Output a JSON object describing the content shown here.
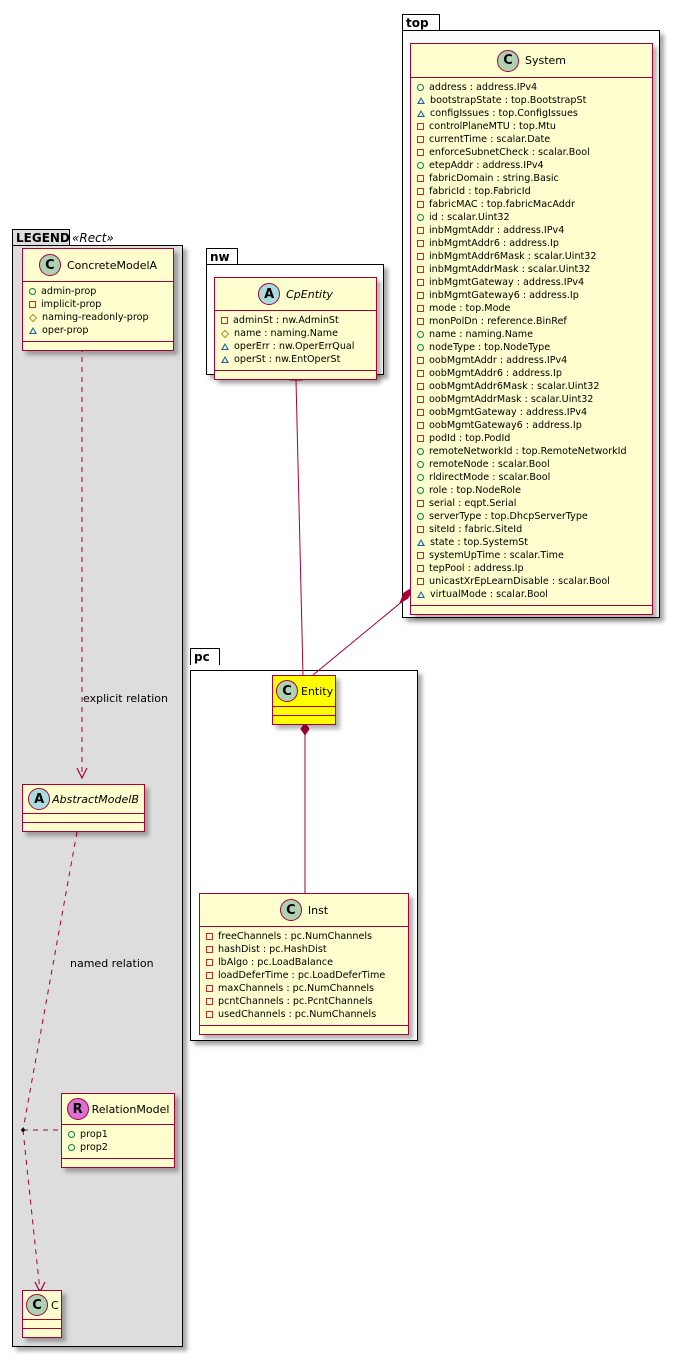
{
  "packages": {
    "legend": {
      "name": "LEGEND",
      "stereotype": "«Rect»"
    },
    "nw": {
      "name": "nw"
    },
    "top": {
      "name": "top"
    },
    "pc": {
      "name": "pc"
    }
  },
  "classes": {
    "concreteModelA": {
      "badge": "C",
      "badge_color": "#ADD1B2",
      "name": "ConcreteModelA",
      "attrs": [
        {
          "vis": "public",
          "text": "admin-prop"
        },
        {
          "vis": "private",
          "text": "implicit-prop"
        },
        {
          "vis": "protected",
          "text": "naming-readonly-prop"
        },
        {
          "vis": "package",
          "text": "oper-prop"
        }
      ]
    },
    "abstractModelB": {
      "badge": "A",
      "badge_color": "#A9DCDF",
      "name": "AbstractModelB",
      "attrs": []
    },
    "relationModel": {
      "badge": "R",
      "badge_color": "#DA70D6",
      "name": "RelationModel",
      "attrs": [
        {
          "vis": "public",
          "text": "prop1"
        },
        {
          "vis": "public",
          "text": "prop2"
        }
      ]
    },
    "c": {
      "badge": "C",
      "badge_color": "#ADD1B2",
      "name": "C",
      "attrs": []
    },
    "cpEntity": {
      "badge": "A",
      "badge_color": "#A9DCDF",
      "name": "CpEntity",
      "attrs": [
        {
          "vis": "private",
          "text": "adminSt : nw.AdminSt"
        },
        {
          "vis": "protected",
          "text": "name : naming.Name"
        },
        {
          "vis": "package",
          "text": "operErr : nw.OperErrQual"
        },
        {
          "vis": "package",
          "text": "operSt : nw.EntOperSt"
        }
      ]
    },
    "system": {
      "badge": "C",
      "badge_color": "#ADD1B2",
      "name": "System",
      "attrs": [
        {
          "vis": "public",
          "text": "address : address.IPv4"
        },
        {
          "vis": "package",
          "text": "bootstrapState : top.BootstrapSt"
        },
        {
          "vis": "package",
          "text": "configIssues : top.ConfigIssues"
        },
        {
          "vis": "private",
          "text": "controlPlaneMTU : top.Mtu"
        },
        {
          "vis": "private",
          "text": "currentTime : scalar.Date"
        },
        {
          "vis": "private",
          "text": "enforceSubnetCheck : scalar.Bool"
        },
        {
          "vis": "public",
          "text": "etepAddr : address.IPv4"
        },
        {
          "vis": "private",
          "text": "fabricDomain : string.Basic"
        },
        {
          "vis": "private",
          "text": "fabricId : top.FabricId"
        },
        {
          "vis": "private",
          "text": "fabricMAC : top.fabricMacAddr"
        },
        {
          "vis": "public",
          "text": "id : scalar.Uint32"
        },
        {
          "vis": "private",
          "text": "inbMgmtAddr : address.IPv4"
        },
        {
          "vis": "private",
          "text": "inbMgmtAddr6 : address.Ip"
        },
        {
          "vis": "private",
          "text": "inbMgmtAddr6Mask : scalar.Uint32"
        },
        {
          "vis": "private",
          "text": "inbMgmtAddrMask : scalar.Uint32"
        },
        {
          "vis": "private",
          "text": "inbMgmtGateway : address.IPv4"
        },
        {
          "vis": "private",
          "text": "inbMgmtGateway6 : address.Ip"
        },
        {
          "vis": "private",
          "text": "mode : top.Mode"
        },
        {
          "vis": "private",
          "text": "monPolDn : reference.BinRef"
        },
        {
          "vis": "public",
          "text": "name : naming.Name"
        },
        {
          "vis": "public",
          "text": "nodeType : top.NodeType"
        },
        {
          "vis": "private",
          "text": "oobMgmtAddr : address.IPv4"
        },
        {
          "vis": "private",
          "text": "oobMgmtAddr6 : address.Ip"
        },
        {
          "vis": "private",
          "text": "oobMgmtAddr6Mask : scalar.Uint32"
        },
        {
          "vis": "private",
          "text": "oobMgmtAddrMask : scalar.Uint32"
        },
        {
          "vis": "private",
          "text": "oobMgmtGateway : address.IPv4"
        },
        {
          "vis": "private",
          "text": "oobMgmtGateway6 : address.Ip"
        },
        {
          "vis": "private",
          "text": "podId : top.PodId"
        },
        {
          "vis": "public",
          "text": "remoteNetworkId : top.RemoteNetworkId"
        },
        {
          "vis": "public",
          "text": "remoteNode : scalar.Bool"
        },
        {
          "vis": "public",
          "text": "rldirectMode : scalar.Bool"
        },
        {
          "vis": "public",
          "text": "role : top.NodeRole"
        },
        {
          "vis": "private",
          "text": "serial : eqpt.Serial"
        },
        {
          "vis": "public",
          "text": "serverType : top.DhcpServerType"
        },
        {
          "vis": "private",
          "text": "siteId : fabric.SiteId"
        },
        {
          "vis": "package",
          "text": "state : top.SystemSt"
        },
        {
          "vis": "private",
          "text": "systemUpTime : scalar.Time"
        },
        {
          "vis": "private",
          "text": "tepPool : address.Ip"
        },
        {
          "vis": "private",
          "text": "unicastXrEpLearnDisable : scalar.Bool"
        },
        {
          "vis": "package",
          "text": "virtualMode : scalar.Bool"
        }
      ]
    },
    "entity": {
      "badge": "C",
      "badge_color": "#ADD1B2",
      "name": "Entity",
      "fill": "#FFFF00",
      "attrs": []
    },
    "inst": {
      "badge": "C",
      "badge_color": "#ADD1B2",
      "name": "Inst",
      "attrs": [
        {
          "vis": "private",
          "text": "freeChannels : pc.NumChannels"
        },
        {
          "vis": "private",
          "text": "hashDist : pc.HashDist"
        },
        {
          "vis": "private",
          "text": "lbAlgo : pc.LoadBalance"
        },
        {
          "vis": "private",
          "text": "loadDeferTime : pc.LoadDeferTime"
        },
        {
          "vis": "private",
          "text": "maxChannels : pc.NumChannels"
        },
        {
          "vis": "private",
          "text": "pcntChannels : pc.PcntChannels"
        },
        {
          "vis": "private",
          "text": "usedChannels : pc.NumChannels"
        }
      ]
    }
  },
  "relations": {
    "explicit_label": "explicit relation",
    "named_label": "named relation"
  },
  "colors": {
    "line": "#A80036",
    "class_fill": "#FEFECE",
    "legend_fill": "#DDDDDD"
  }
}
